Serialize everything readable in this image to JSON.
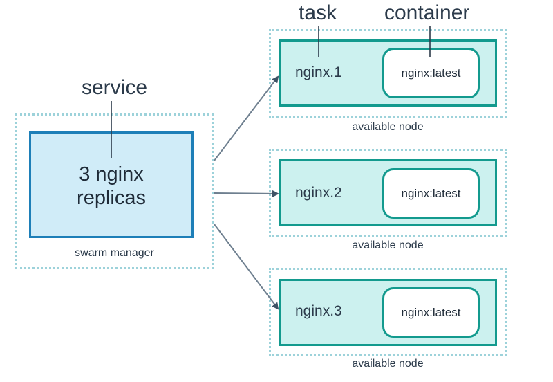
{
  "labels": {
    "task": "task",
    "container": "container",
    "service": "service"
  },
  "manager": {
    "line1": "3 nginx",
    "line2": "replicas",
    "caption": "swarm manager"
  },
  "nodes": [
    {
      "task": "nginx.1",
      "container": "nginx:latest",
      "caption": "available node"
    },
    {
      "task": "nginx.2",
      "container": "nginx:latest",
      "caption": "available node"
    },
    {
      "task": "nginx.3",
      "container": "nginx:latest",
      "caption": "available node"
    }
  ],
  "colors": {
    "dotted_border": "#9dd2da",
    "service_fill": "#d0ecf8",
    "service_border": "#1d7fb8",
    "task_fill": "#ccf1ef",
    "task_border": "#139a8e",
    "arrow": "#5c6f80"
  }
}
